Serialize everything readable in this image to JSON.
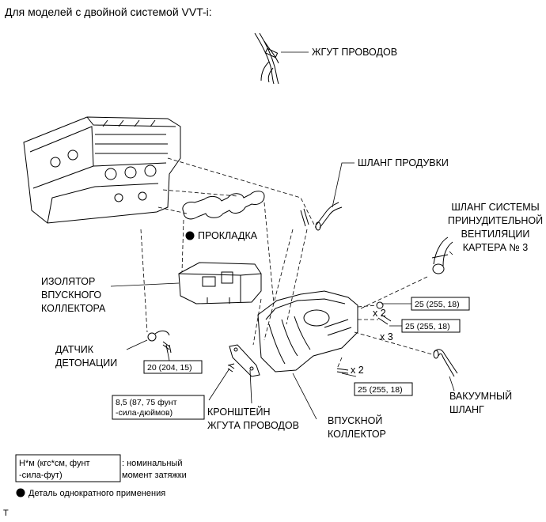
{
  "title": "Для моделей с двойной системой VVT-i:",
  "labels": {
    "harness": "ЖГУТ ПРОВОДОВ",
    "purge_hose": "ШЛАНГ ПРОДУВКИ",
    "gasket": "ПРОКЛАДКА",
    "pcv_hose": [
      "ШЛАНГ СИСТЕМЫ",
      "ПРИНУДИТЕЛЬНОЙ",
      "ВЕНТИЛЯЦИИ",
      "КАРТЕРА № 3"
    ],
    "insulator": [
      "ИЗОЛЯТОР",
      "ВПУСКНОГО",
      "КОЛЛЕКТОРА"
    ],
    "knock_sensor": [
      "ДАТЧИК",
      "ДЕТОНАЦИИ"
    ],
    "bracket": [
      "КРОНШТЕЙН",
      "ЖГУТА ПРОВОДОВ"
    ],
    "intake_manifold": [
      "ВПУСКНОЙ",
      "КОЛЛЕКТОР"
    ],
    "vacuum_hose": [
      "ВАКУУМНЫЙ",
      "ШЛАНГ"
    ]
  },
  "torques": {
    "t1": "25 (255, 18)",
    "t2": "25 (255, 18)",
    "t3": "25 (255, 18)",
    "knock": "20 (204, 15)",
    "bracket": [
      "8,5 (87, 75 фунт",
      "-сила-дюймов)"
    ]
  },
  "quantities": {
    "q1": "x 2",
    "q2": "x 3",
    "q3": "x 2"
  },
  "legend": {
    "torque_unit": [
      "Н*м (кгс*см, фунт",
      "-сила-фут)"
    ],
    "torque_desc": [
      ": номинальный",
      "момент затяжки"
    ],
    "single_use": "Деталь однократного применения"
  },
  "corner_mark": "T"
}
